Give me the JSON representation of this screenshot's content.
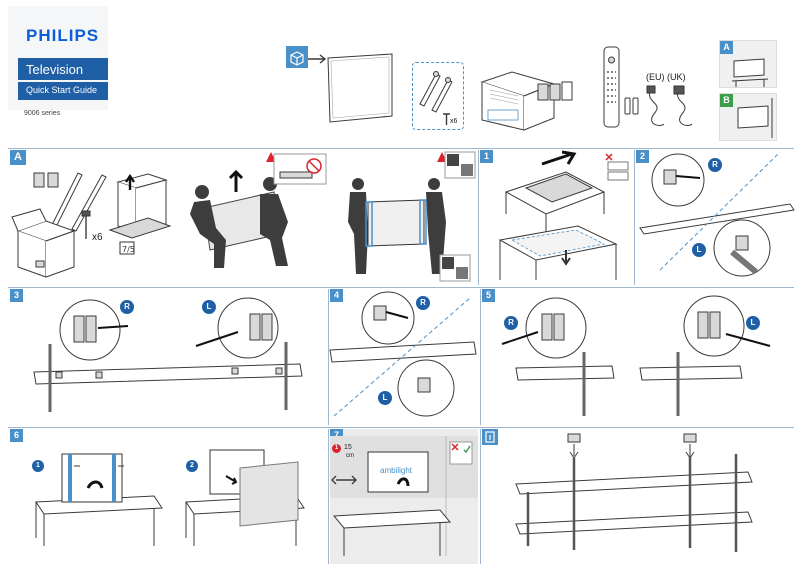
{
  "brand": {
    "logo": "PHILIPS",
    "product": "Television",
    "guide": "Quick Start Guide",
    "series": "9006 series"
  },
  "colors": {
    "accent": "#4a90c8",
    "brand_blue": "#0b5ed7",
    "header_blue": "#1f5fa6",
    "warning_red": "#d9232e"
  },
  "box_contents": {
    "screw_qty": "x6",
    "plug_label": "(EU) (UK)"
  },
  "options": {
    "a": "A",
    "b": "B"
  },
  "steps": {
    "a": {
      "label": "A",
      "screw_qty": "x6"
    },
    "s1": {
      "label": "1"
    },
    "s2": {
      "label": "2",
      "r": "R",
      "l": "L"
    },
    "s3": {
      "label": "3",
      "r": "R",
      "l": "L"
    },
    "s4": {
      "label": "4",
      "r": "R",
      "l": "L"
    },
    "s5": {
      "label": "5",
      "r": "R",
      "l": "L"
    },
    "s6": {
      "label": "6",
      "sub1": "1",
      "sub2": "2"
    },
    "s7": {
      "label": "7",
      "sub": "1",
      "distance": "15",
      "unit": "cm",
      "ambilight": "ambilight"
    }
  },
  "icons": {
    "warning": "warning-icon",
    "no-knife": "no-knife-icon",
    "box": "box-icon",
    "wall-mount": "wall-mount-icon"
  }
}
